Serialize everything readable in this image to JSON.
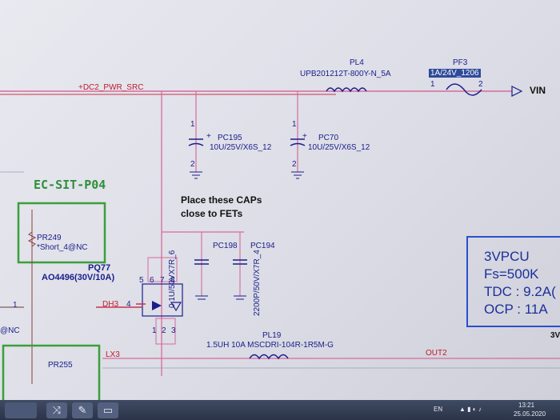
{
  "schematic": {
    "net_dc2": "+DC2_PWR_SRC",
    "pl4_ref": "PL4",
    "pl4_part": "UPB201212T-800Y-N_5A",
    "pf3_ref": "PF3",
    "pf3_part": "1A/24V_1206",
    "pf3_pin1": "1",
    "pf3_pin2": "2",
    "vin": "VIN",
    "pc195_ref": "PC195",
    "pc195_val": "10U/25V/X6S_12",
    "pc70_ref": "PC70",
    "pc70_val": "10U/25V/X6S_12",
    "cap_pin1": "1",
    "cap_pin2": "2",
    "cap_plus": "+",
    "ec_label": "EC-SIT-P04",
    "note": "Place these CAPs close to FETs",
    "pr249_ref": "PR249",
    "pr249_val": "*Short_4@NC",
    "pq77_ref": "PQ77",
    "pq77_part": "AO4496(30V/10A)",
    "pc198_ref": "PC198",
    "pc194_ref": "PC194",
    "pc198_val": "0.1U/50VX7R_6",
    "pc194_val": "2200P/50V/X7R_4",
    "dh3": "DH3",
    "pin4": "4",
    "pins_top": [
      "5",
      "6",
      "7",
      "8"
    ],
    "pins_bottom": [
      "1",
      "2",
      "3"
    ],
    "left_pin1": "1",
    "left_nc": "@NC",
    "pl19_ref": "PL19",
    "pl19_part": "1.5UH 10A MSCDRI-104R-1R5M-G",
    "lx3": "LX3",
    "out2": "OUT2",
    "pr255_ref": "PR255",
    "box_title": "3VPCU",
    "box_fs": "Fs=500K",
    "box_tdc": "TDC : 9.2A(",
    "box_ocp": "OCP : 11A",
    "right_cut": "3V"
  },
  "taskbar": {
    "lang": "EN",
    "time": "13:21",
    "date": "25.05.2020"
  },
  "colors": {
    "wire_pink": "#d86a9c",
    "wire_red": "#c8334a",
    "green": "#3b9f3b",
    "blue": "#1a1d8a",
    "highlight": "#2f4a9a"
  }
}
